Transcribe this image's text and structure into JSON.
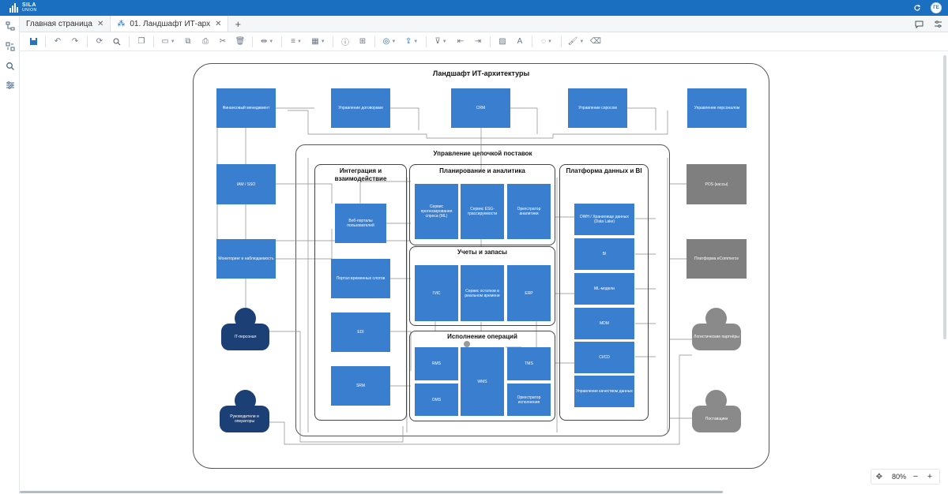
{
  "app": {
    "logo_line1": "SILA",
    "logo_line2": "UNION",
    "user_initials": "ГЕ"
  },
  "tabs": [
    {
      "label": "Главная страница",
      "active": false
    },
    {
      "label": "01. Ландшафт ИТ-арх",
      "active": true
    }
  ],
  "icons": {
    "topbar": [
      "refresh-icon",
      "avatar"
    ],
    "tabbar_right": [
      "comments-icon",
      "settings-icon"
    ],
    "leftbar": [
      "diagram-tree-icon",
      "model-icon",
      "search-icon",
      "filter-settings-icon"
    ]
  },
  "toolbar": {
    "tools": [
      "save-icon",
      "undo-icon",
      "redo-icon",
      "refresh-icon",
      "search-icon",
      "copy-icon",
      "paste-icon",
      "duplicate-icon",
      "print-icon",
      "cut-icon",
      "delete-icon",
      "spacing-icon",
      "align-icon",
      "arrange-icon",
      "info-icon",
      "hierarchy-icon",
      "select-icon",
      "export-icon",
      "filter-icon",
      "distribute-h-icon",
      "distribute-v-icon",
      "image-icon",
      "text-icon",
      "shape-icon",
      "format-painter-icon",
      "eraser-icon"
    ]
  },
  "zoom": {
    "value": "80%",
    "minus": "−",
    "plus": "+"
  },
  "diagram": {
    "title": "Ландшафт ИТ-архитектуры",
    "supply_chain_title": "Управление цепочкой поставок",
    "top_boxes": [
      "Финансовый менеджмент",
      "Управление договорами",
      "CRM",
      "Управление спросом",
      "Управление персоналом"
    ],
    "left_boxes": [
      "IAM / SSO",
      "Мониторинг и наблюдаемость"
    ],
    "right_grey_boxes": [
      "POS (кассы)",
      "Платформа eCommerce"
    ],
    "integration": {
      "title": "Интеграция и взаимодействие",
      "boxes": [
        "Веб-порталы пользователей",
        "Портал временных слотов",
        "EDI",
        "SRM"
      ]
    },
    "planning": {
      "title": "Планирование и аналитика",
      "boxes": [
        "Сервис прогнозирования спроса (ML)",
        "Сервис ESG-трассируемости",
        "Оркестратор аналитики"
      ]
    },
    "accounting": {
      "title": "Учеты и запасы",
      "boxes": [
        "ГИС",
        "Сервис остатков в реальном времени",
        "ERP"
      ]
    },
    "execution": {
      "title": "Исполнение операций",
      "boxes": [
        "RMS",
        "WMS",
        "TMS",
        "OMS",
        "Оркестратор исполнения"
      ]
    },
    "data_platform": {
      "title": "Платформа данных и BI",
      "boxes": [
        "DWH / Хранилище данных (Data Lake)",
        "BI",
        "ML-модели",
        "MDM",
        "CI/CD",
        "Управление качеством данных"
      ]
    },
    "actors": [
      "IT-персонал",
      "Руководители и операторы",
      "Логистические партнёры",
      "Поставщики"
    ]
  }
}
